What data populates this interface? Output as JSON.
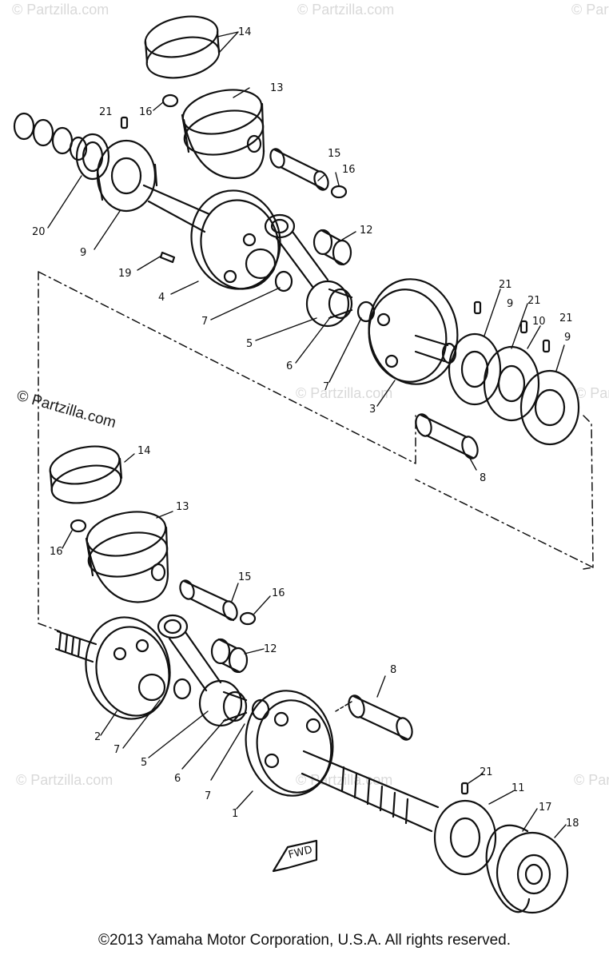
{
  "watermarks": {
    "primary": "© Partzilla.com",
    "faint": "© Partzilla.com"
  },
  "callouts": {
    "c14a": "14",
    "c13a": "13",
    "c16a": "16",
    "c21a": "21",
    "c15a": "15",
    "c16b": "16",
    "c20": "20",
    "c9a": "9",
    "c12a": "12",
    "c19": "19",
    "c4": "4",
    "c7a": "7",
    "c5a": "5",
    "c6a": "6",
    "c7b": "7",
    "c3": "3",
    "c21b": "21",
    "c9b": "9",
    "c21c": "21",
    "c10": "10",
    "c21d": "21",
    "c9c": "9",
    "c8a": "8",
    "c14b": "14",
    "c13b": "13",
    "c16c": "16",
    "c15b": "15",
    "c16d": "16",
    "c12b": "12",
    "c2": "2",
    "c7c": "7",
    "c5b": "5",
    "c6b": "6",
    "c7d": "7",
    "c1": "1",
    "c8b": "8",
    "c21e": "21",
    "c11": "11",
    "c17": "17",
    "c18": "18"
  },
  "fwd_label": "FWD",
  "footer": "©2013 Yamaha Motor Corporation, U.S.A. All rights reserved."
}
